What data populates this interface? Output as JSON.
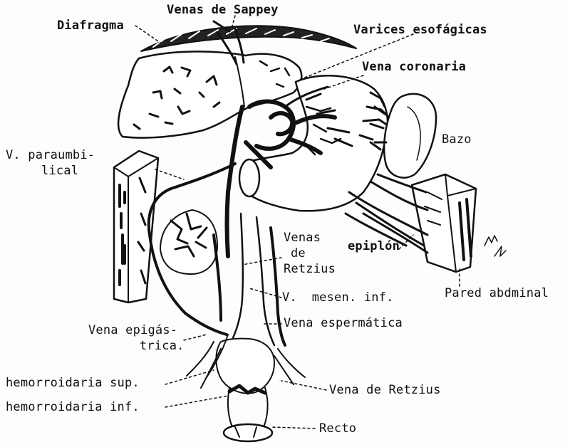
{
  "labels": {
    "diafragma": "Diafragma",
    "venas_sappey": "Venas de Sappey",
    "varices_esofagicas": "Varices esofágicas",
    "vena_coronaria": "Vena coronaria",
    "bazo": "Bazo",
    "v_paraumbilical_1": "V. paraumbi-",
    "v_paraumbilical_2": "lical",
    "venas_retzius_1": "Venas",
    "venas_retzius_2": "de",
    "venas_retzius_3": "Retzius",
    "epiplon": "epiplón",
    "pared_abdominal": "Pared abdminal",
    "v_mesen_inf": "V.  mesen. inf.",
    "vena_epigastrica_1": "Vena epigás-",
    "vena_epigastrica_2": "trica.",
    "vena_espermatica": "Vena espermática",
    "hemorroidaria_sup": "hemorroidaria sup.",
    "hemorroidaria_inf": "hemorroidaria inf.",
    "vena_de_retzius": "Vena de Retzius",
    "recto": "Recto"
  },
  "colors": {
    "ink": "#111111",
    "paper": "#fdfdfb"
  }
}
